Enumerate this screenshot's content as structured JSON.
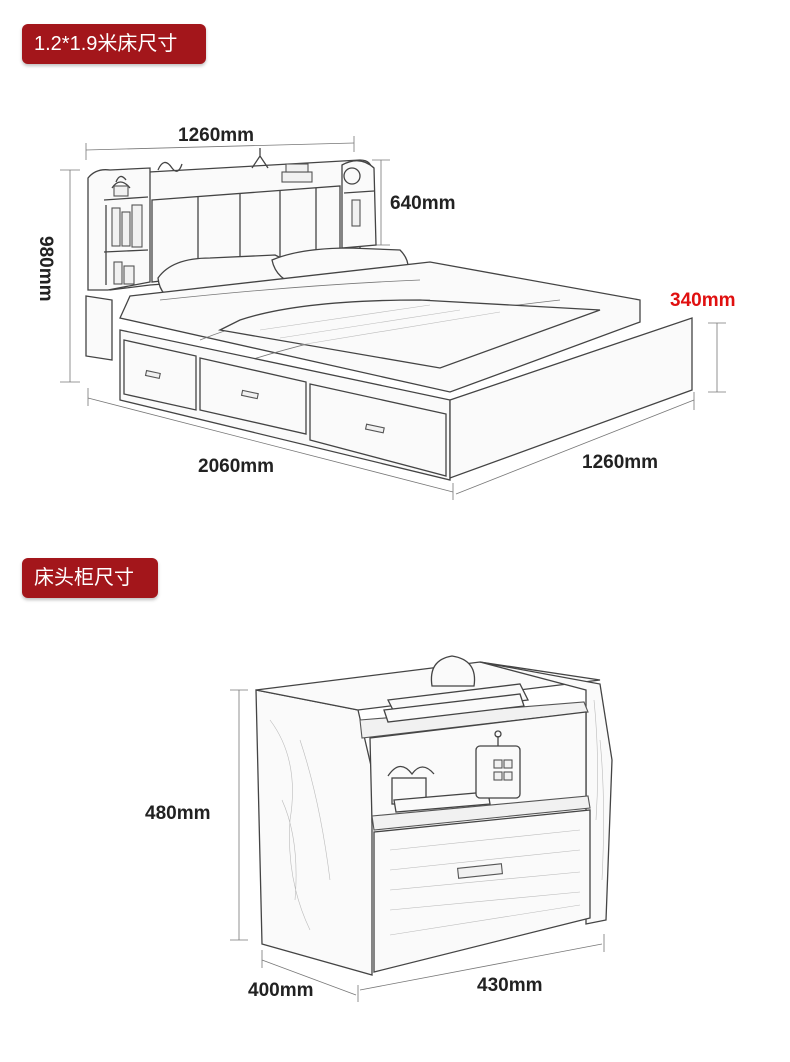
{
  "sections": {
    "bed_title": "1.2*1.9米床尺寸",
    "nightstand_title": "床头柜尺寸"
  },
  "bed_dims": {
    "width_top": "1260mm",
    "headboard_shelf_height": "640mm",
    "total_height": "980mm",
    "bed_side_height": "340mm",
    "length": "2060mm",
    "width_bottom": "1260mm"
  },
  "nightstand_dims": {
    "height": "480mm",
    "depth": "400mm",
    "width": "430mm"
  },
  "colors": {
    "badge": "#a3161b",
    "highlight_dim": "#e01010"
  }
}
